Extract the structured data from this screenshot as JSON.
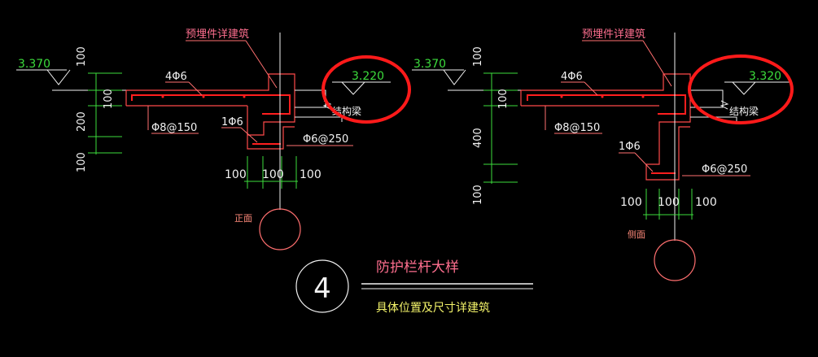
{
  "colors": {
    "background": "#000000",
    "concrete": "#ff4a4a",
    "rebar": "#ff1e1e",
    "dimension": "#3cdc3c",
    "text_white": "#f2f2f2",
    "leader": "#ff6f6f",
    "highlight": "#ff1a1a",
    "title": "#ff8a9a",
    "note": "#f4f46a",
    "green_text": "#3cdc3c"
  },
  "left_detail": {
    "embed_note": "预埋件详建筑",
    "slab_level": "3.370",
    "beam_level": "3.220",
    "rebar_top": "4Φ6",
    "stirrup": "Φ8@150",
    "rebar_single": "1Φ6",
    "rebar_bottom": "Φ6@250",
    "beam_label": "结构梁",
    "view_label": "正面",
    "vertical_dims": [
      "100",
      "100",
      "200",
      "100"
    ],
    "horizontal_dims": [
      "100",
      "100",
      "100"
    ]
  },
  "right_detail": {
    "embed_note": "预埋件详建筑",
    "slab_level": "3.370",
    "beam_level": "3.320",
    "rebar_top": "4Φ6",
    "stirrup": "Φ8@150",
    "rebar_single": "1Φ6",
    "rebar_bottom": "Φ6@250",
    "beam_label": "结构梁",
    "view_label": "侧面",
    "vertical_dims": [
      "100",
      "100",
      "400",
      "100"
    ],
    "horizontal_dims": [
      "100",
      "100",
      "100"
    ]
  },
  "title_block": {
    "number": "4",
    "title": "防护栏杆大样",
    "subtitle": "具体位置及尺寸详建筑"
  }
}
